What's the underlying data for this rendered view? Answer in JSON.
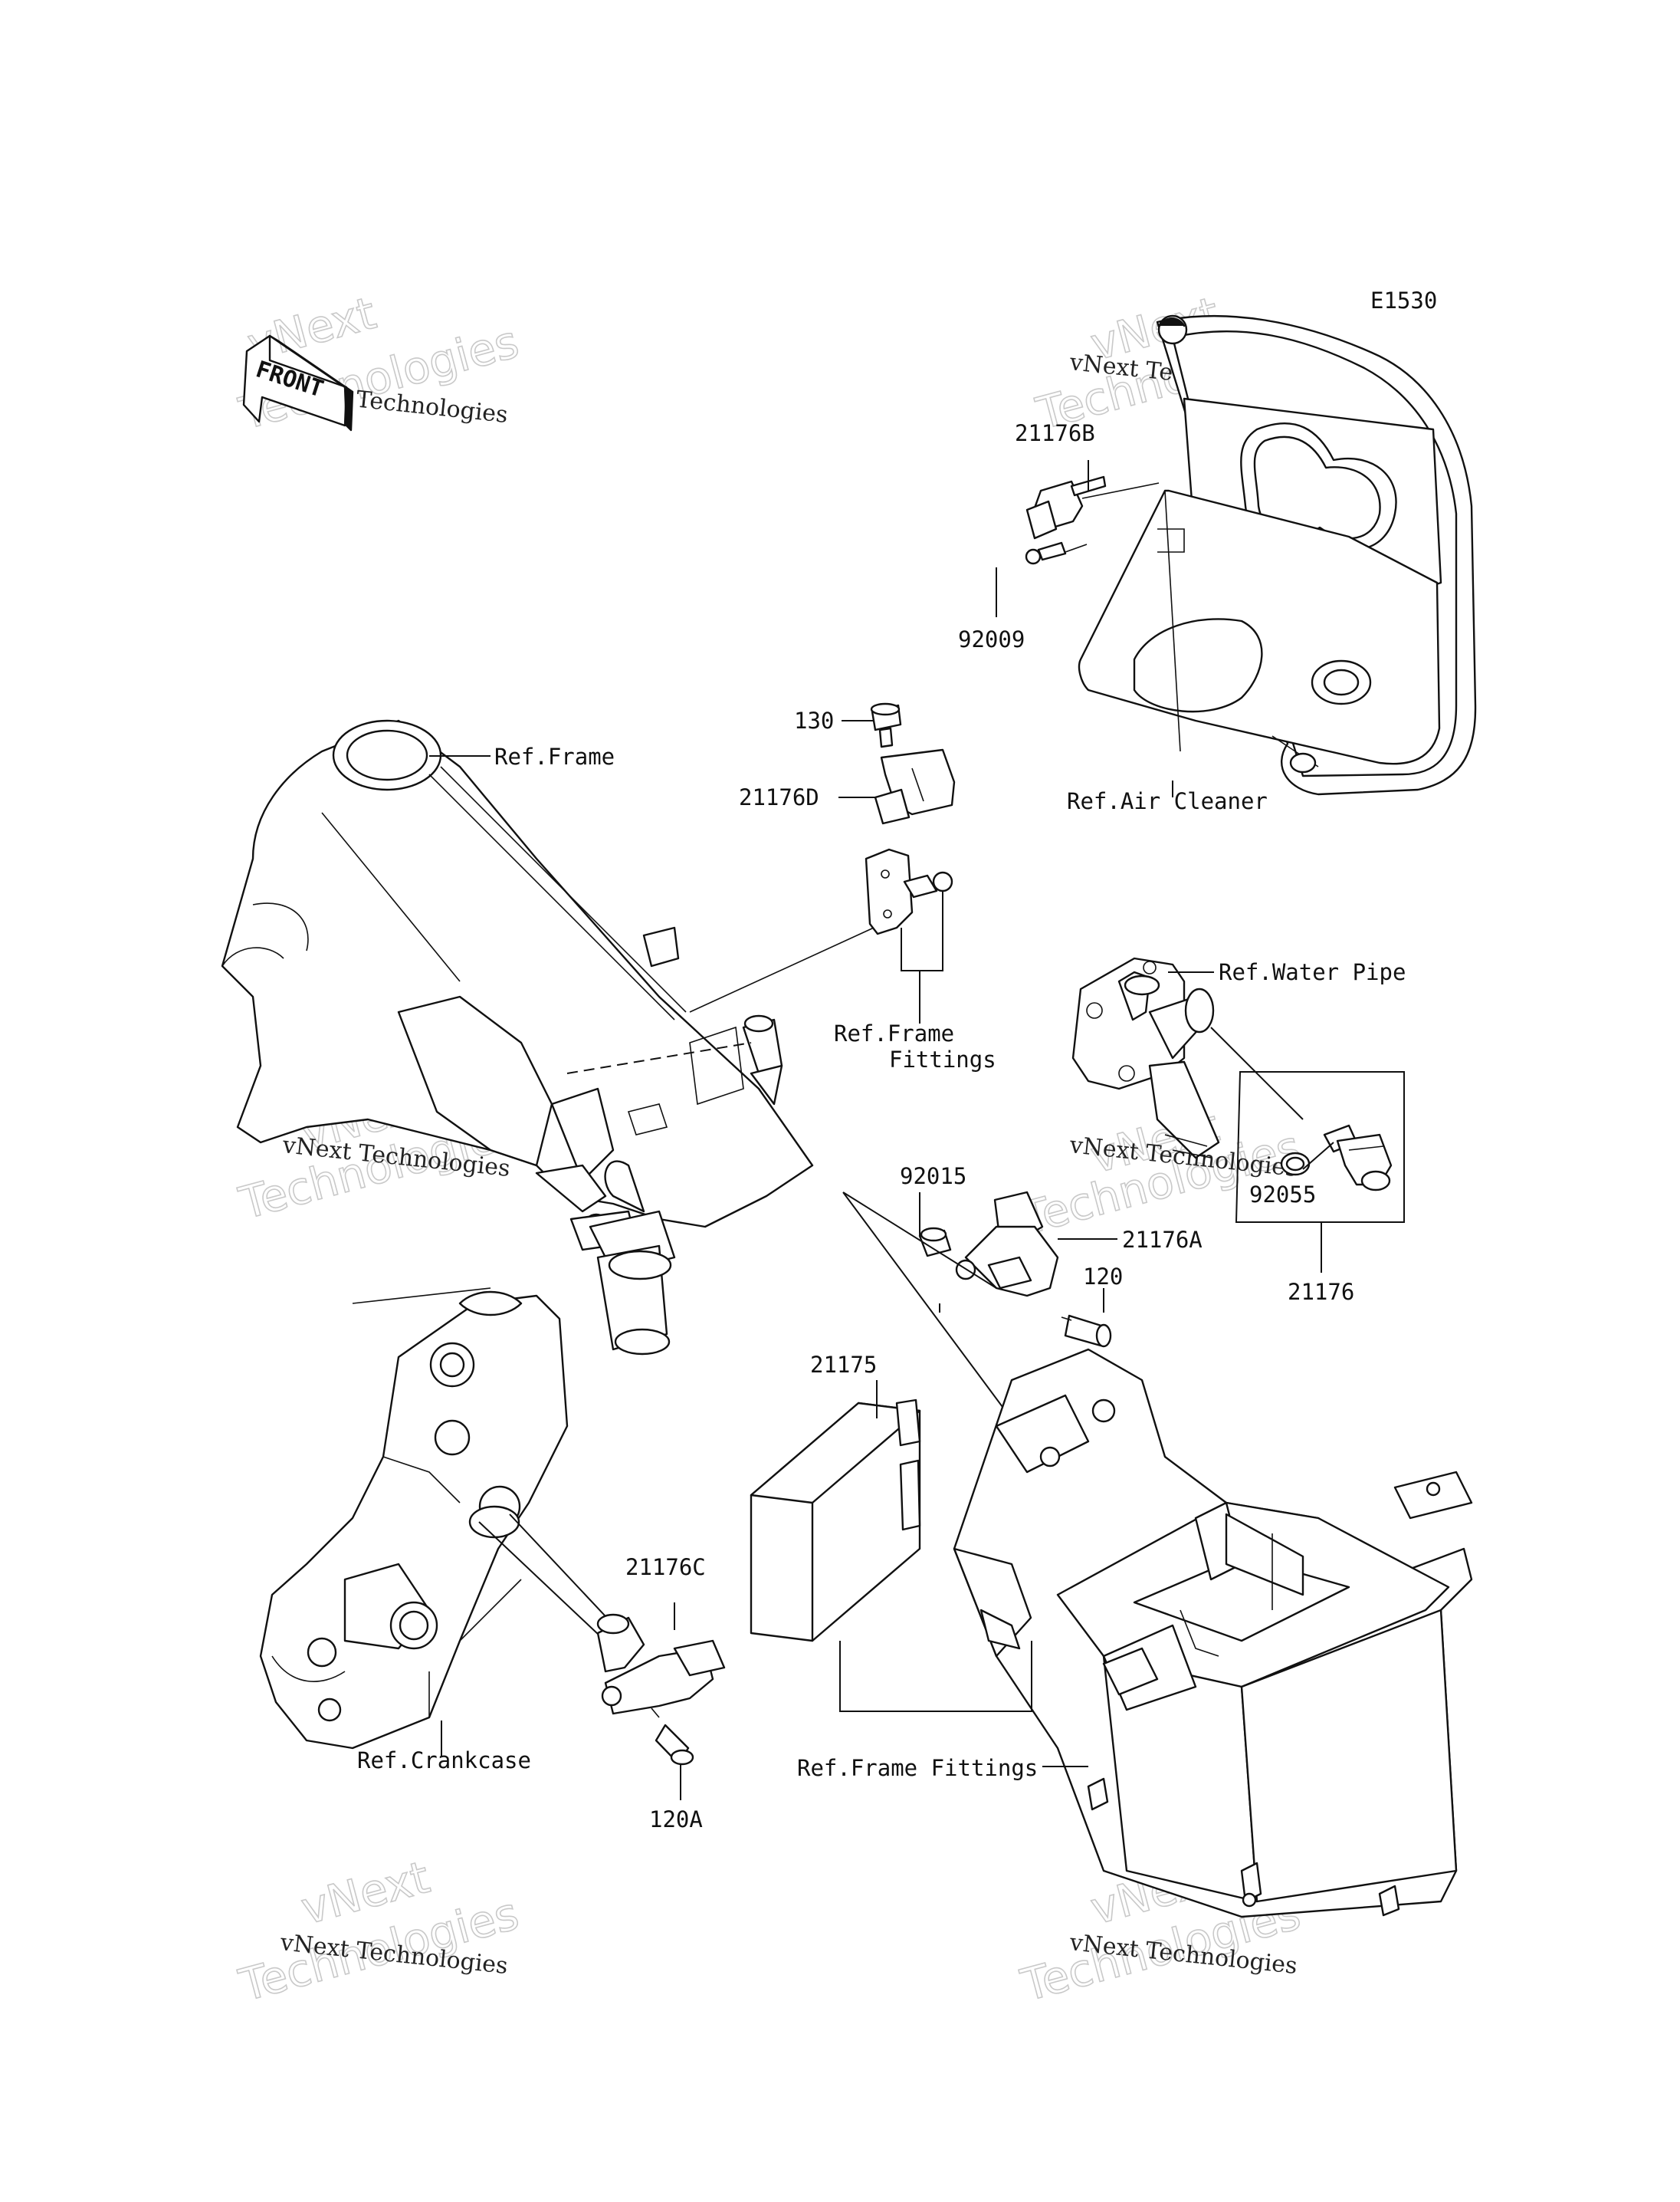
{
  "diagram": {
    "code": "E1530",
    "front_arrow": "FRONT",
    "watermark_line1": "vNext Technologies",
    "watermark_line2": "Technologies",
    "watermark_line3": "vNext",
    "part_labels": {
      "p21176B": "21176B",
      "p92009": "92009",
      "p130": "130",
      "p21176D": "21176D",
      "p92015": "92015",
      "p21176A": "21176A",
      "p120": "120",
      "p92055": "92055",
      "p21176": "21176",
      "p21175": "21175",
      "p21176C": "21176C",
      "p120A": "120A"
    },
    "ref_labels": {
      "frame": "Ref.Frame",
      "air_cleaner": "Ref.Air Cleaner",
      "frame_fittings_1": "Ref.Frame",
      "frame_fittings_2": "Fittings",
      "water_pipe": "Ref.Water Pipe",
      "crankcase": "Ref.Crankcase",
      "frame_fittings_bottom": "Ref.Frame Fittings"
    }
  }
}
